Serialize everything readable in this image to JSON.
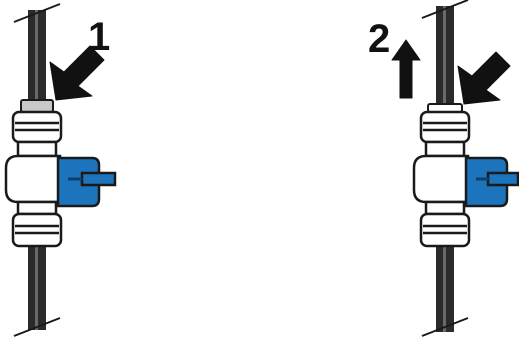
{
  "steps": [
    {
      "number": "1",
      "action": "push-collet-arrow"
    },
    {
      "number": "2",
      "action": "pull-tube-out-arrow"
    }
  ],
  "colors": {
    "outline": "#1a1a1a",
    "tube": "#2b2b2b",
    "fitting_body": "#ffffff",
    "valve_handle": "#1c75bc",
    "collet_ring": "#c8c8c8"
  }
}
